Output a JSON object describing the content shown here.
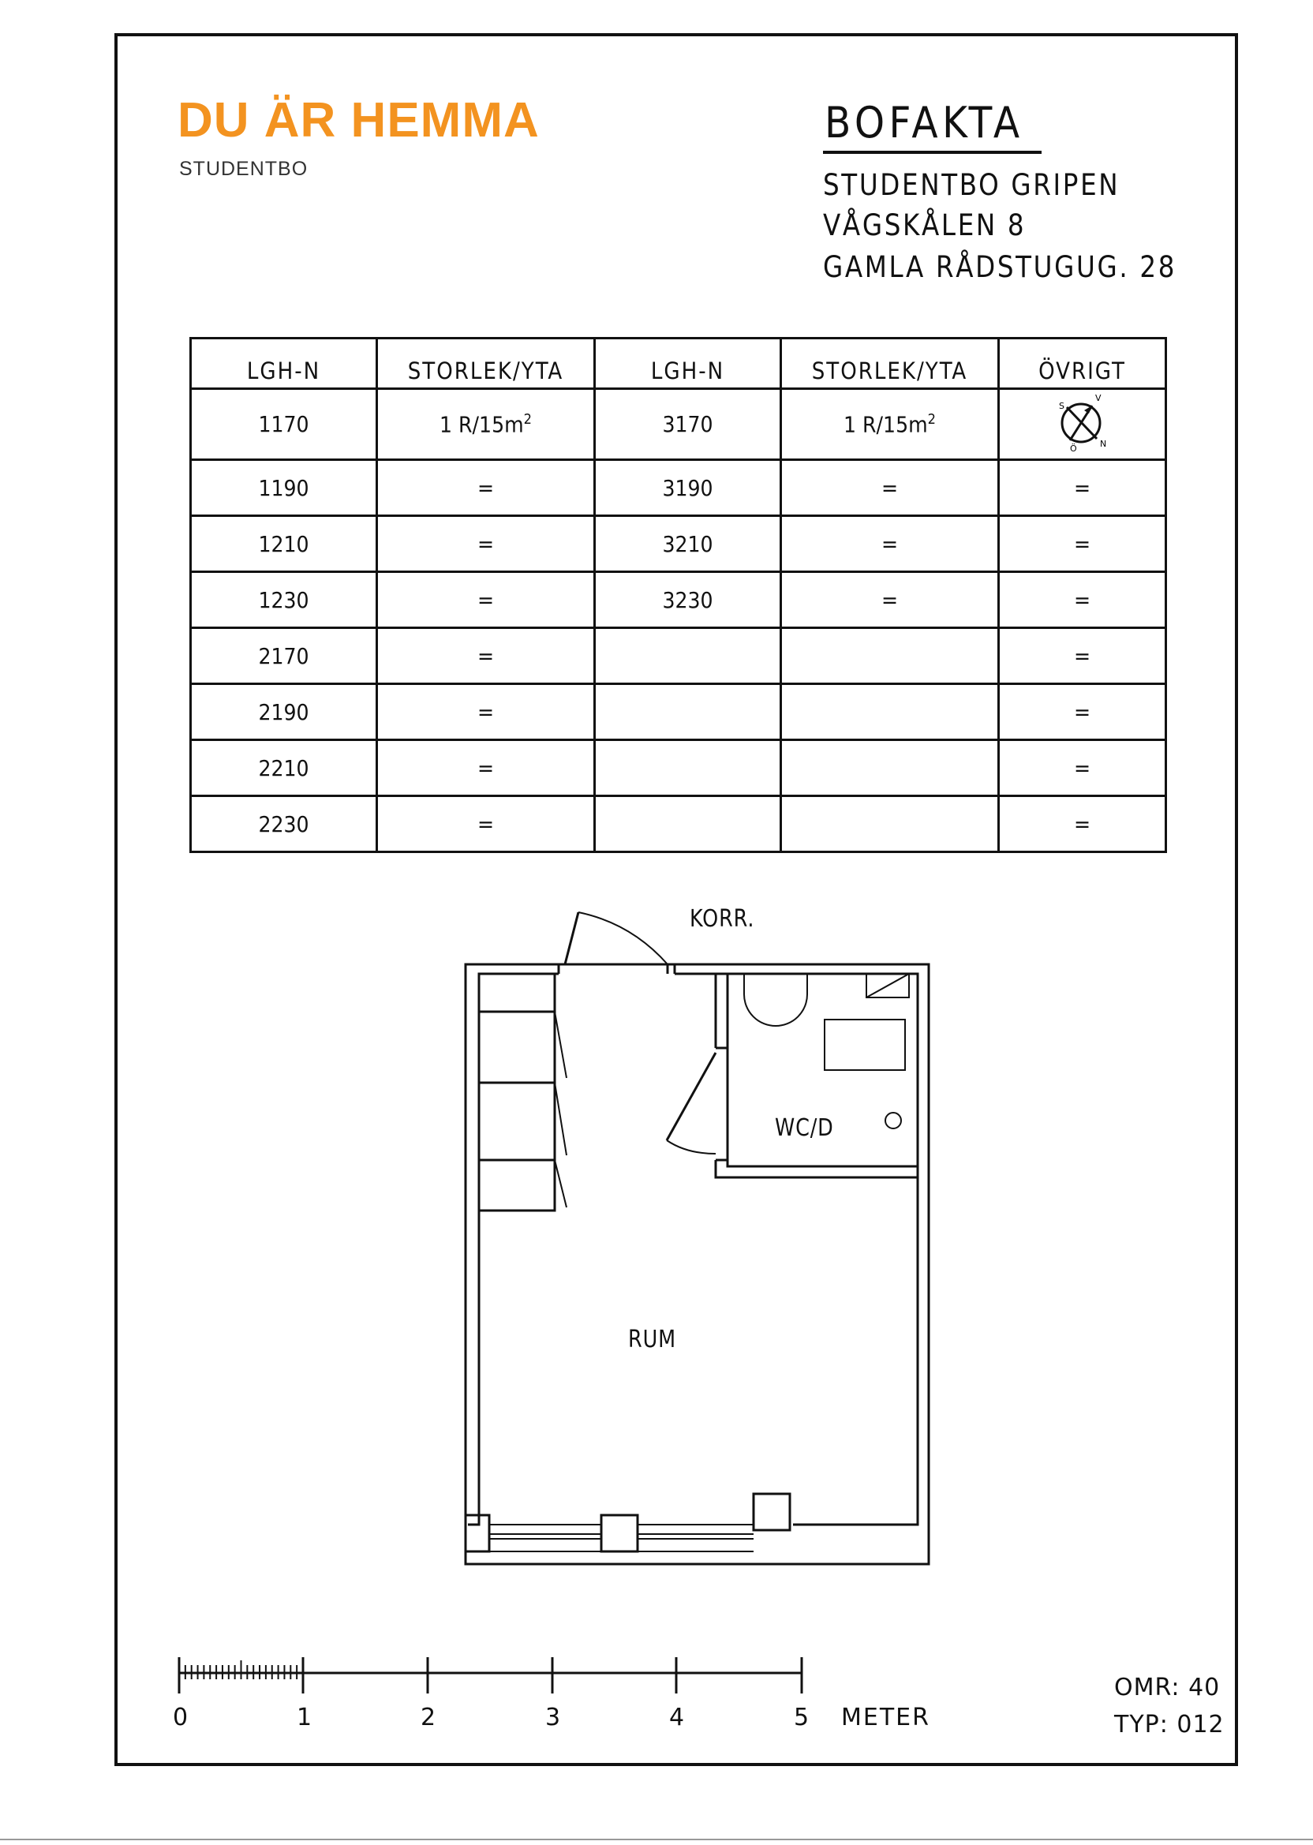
{
  "brand": {
    "name": "DU ÄR HEMMA",
    "subtitle": "STUDENTBO",
    "color": "#f39320"
  },
  "document": {
    "title": "BOFAKTA",
    "address_lines": [
      "STUDENTBO  GRIPEN",
      "VÅGSKÅLEN 8",
      "GAMLA RÅDSTUGUG. 28"
    ]
  },
  "table": {
    "headers": [
      "LGH-N",
      "STORLEK/YTA",
      "LGH-N",
      "STORLEK/YTA",
      "ÖVRIGT"
    ],
    "rows": [
      [
        "1170",
        "1 R/15m",
        "3170",
        "1 R/15m",
        ""
      ],
      [
        "1190",
        "=",
        "3190",
        "=",
        "="
      ],
      [
        "1210",
        "=",
        "3210",
        "=",
        "="
      ],
      [
        "1230",
        "=",
        "3230",
        "=",
        "="
      ],
      [
        "2170",
        "=",
        "",
        "",
        "="
      ],
      [
        "2190",
        "=",
        "",
        "",
        "="
      ],
      [
        "2210",
        "=",
        "",
        "",
        "="
      ],
      [
        "2230",
        "=",
        "",
        "",
        "="
      ]
    ],
    "superscript": "2",
    "compass_icon": "compass-icon",
    "compass_letters": [
      "S",
      "V",
      "N",
      "Ö"
    ]
  },
  "floor_plan": {
    "labels": {
      "corridor": "KORR.",
      "bathroom": "WC/D",
      "room": "RUM"
    }
  },
  "scale_bar": {
    "ticks": [
      "0",
      "1",
      "2",
      "3",
      "4",
      "5"
    ],
    "unit": "METER"
  },
  "footer": {
    "omr": "OMR: 40",
    "typ": "TYP: 012"
  }
}
